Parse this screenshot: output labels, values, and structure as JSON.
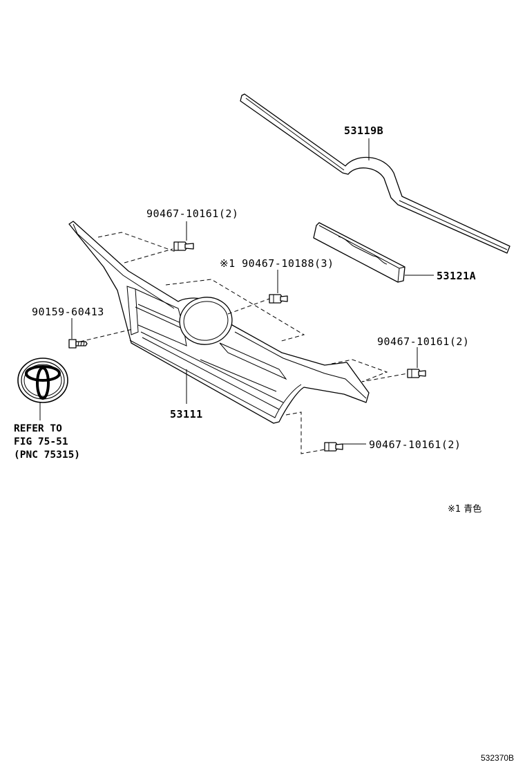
{
  "parts": {
    "molding_upper": "53119B",
    "retainer": "53121A",
    "grille": "53111",
    "clip_top": "90467-10161(2)",
    "clip_center": "※1 90467-10188(3)",
    "screw_left": "90159-60413",
    "clip_right": "90467-10161(2)",
    "clip_bottom": "90467-10161(2)"
  },
  "emblem_reference": {
    "line1": "REFER TO",
    "line2": "FIG 75-51",
    "line3": "(PNC 75315)"
  },
  "footnote": "※1 青色",
  "figure_code": "532370B",
  "icons": {
    "emblem": "toyota-emblem-icon",
    "clip": "push-clip-icon",
    "screw": "screw-icon"
  }
}
